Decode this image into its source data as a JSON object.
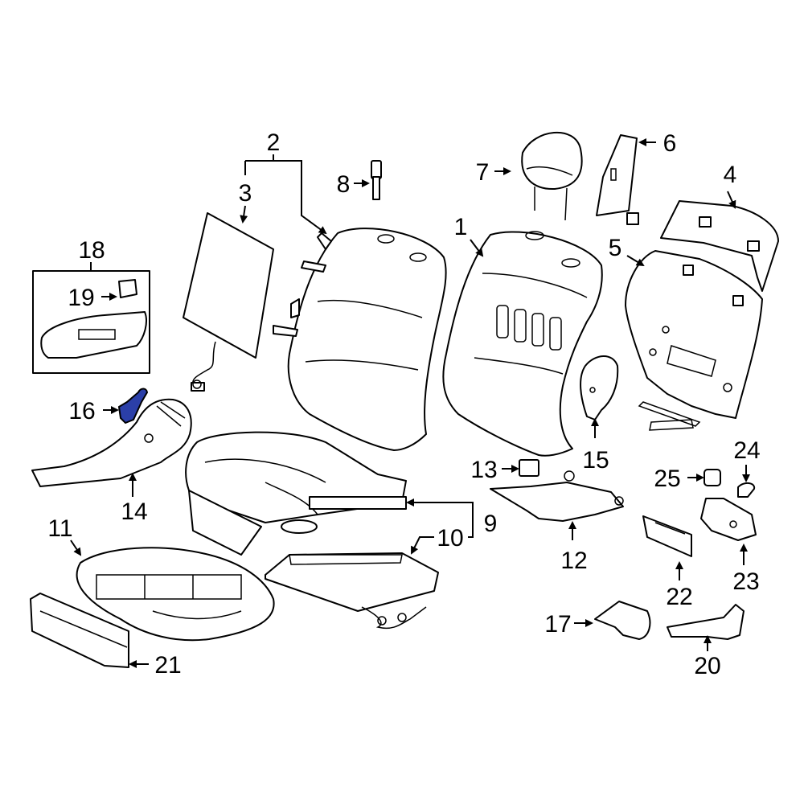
{
  "diagram": {
    "highlight_color": "#2b3fa8",
    "line_color": "#000000",
    "background": "#ffffff",
    "highlighted_part": "16",
    "callouts": [
      "1",
      "2",
      "3",
      "4",
      "5",
      "6",
      "7",
      "8",
      "9",
      "10",
      "11",
      "12",
      "13",
      "14",
      "15",
      "16",
      "17",
      "18",
      "19",
      "20",
      "21",
      "22",
      "23",
      "24",
      "25"
    ]
  }
}
